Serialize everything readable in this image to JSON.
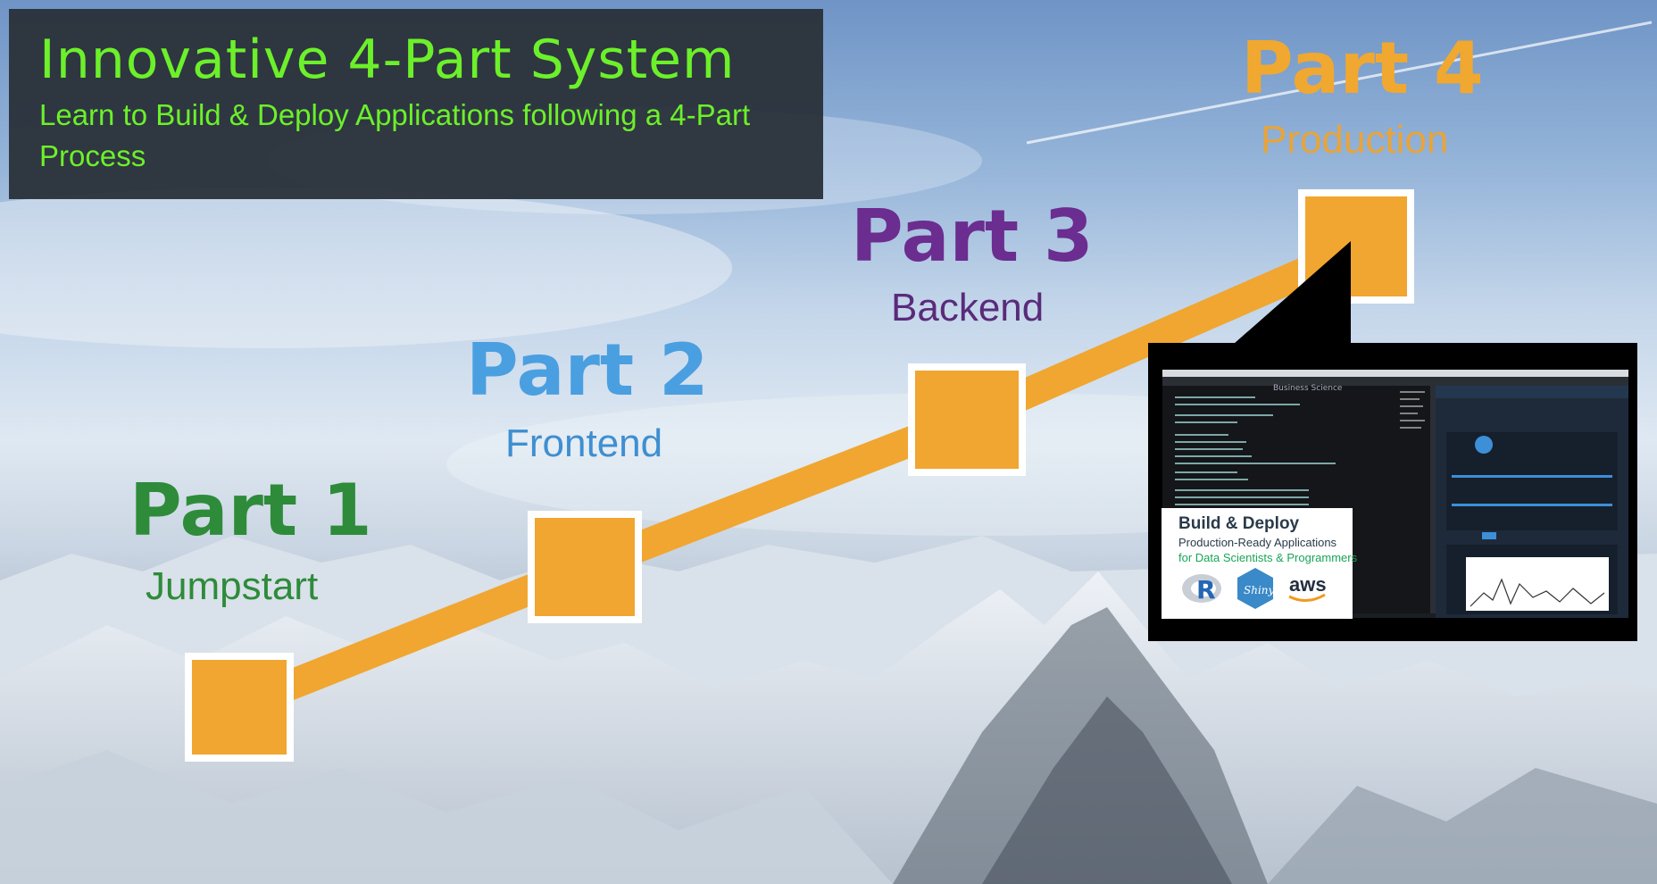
{
  "header": {
    "title": "Innovative 4-Part System",
    "subtitle": "Learn to Build & Deploy Applications following a 4-Part Process"
  },
  "parts": [
    {
      "title": "Part 1",
      "subtitle": "Jumpstart",
      "color": "#2e8b3a"
    },
    {
      "title": "Part 2",
      "subtitle": "Frontend",
      "color": "#4a9fe0"
    },
    {
      "title": "Part 3",
      "subtitle": "Backend",
      "color": "#6b2d8f"
    },
    {
      "title": "Part 4",
      "subtitle": "Production",
      "color": "#f0a830"
    }
  ],
  "colors": {
    "node": "#f0a630",
    "line": "#f0a630",
    "title_text": "#6cf02a"
  },
  "inset": {
    "badge_title": "Build & Deploy",
    "badge_line1": "Production-Ready Applications",
    "badge_line2": "for Data Scientists & Programmers",
    "logos": [
      "R",
      "Shiny",
      "aws"
    ],
    "app_heading": "Business Science"
  }
}
